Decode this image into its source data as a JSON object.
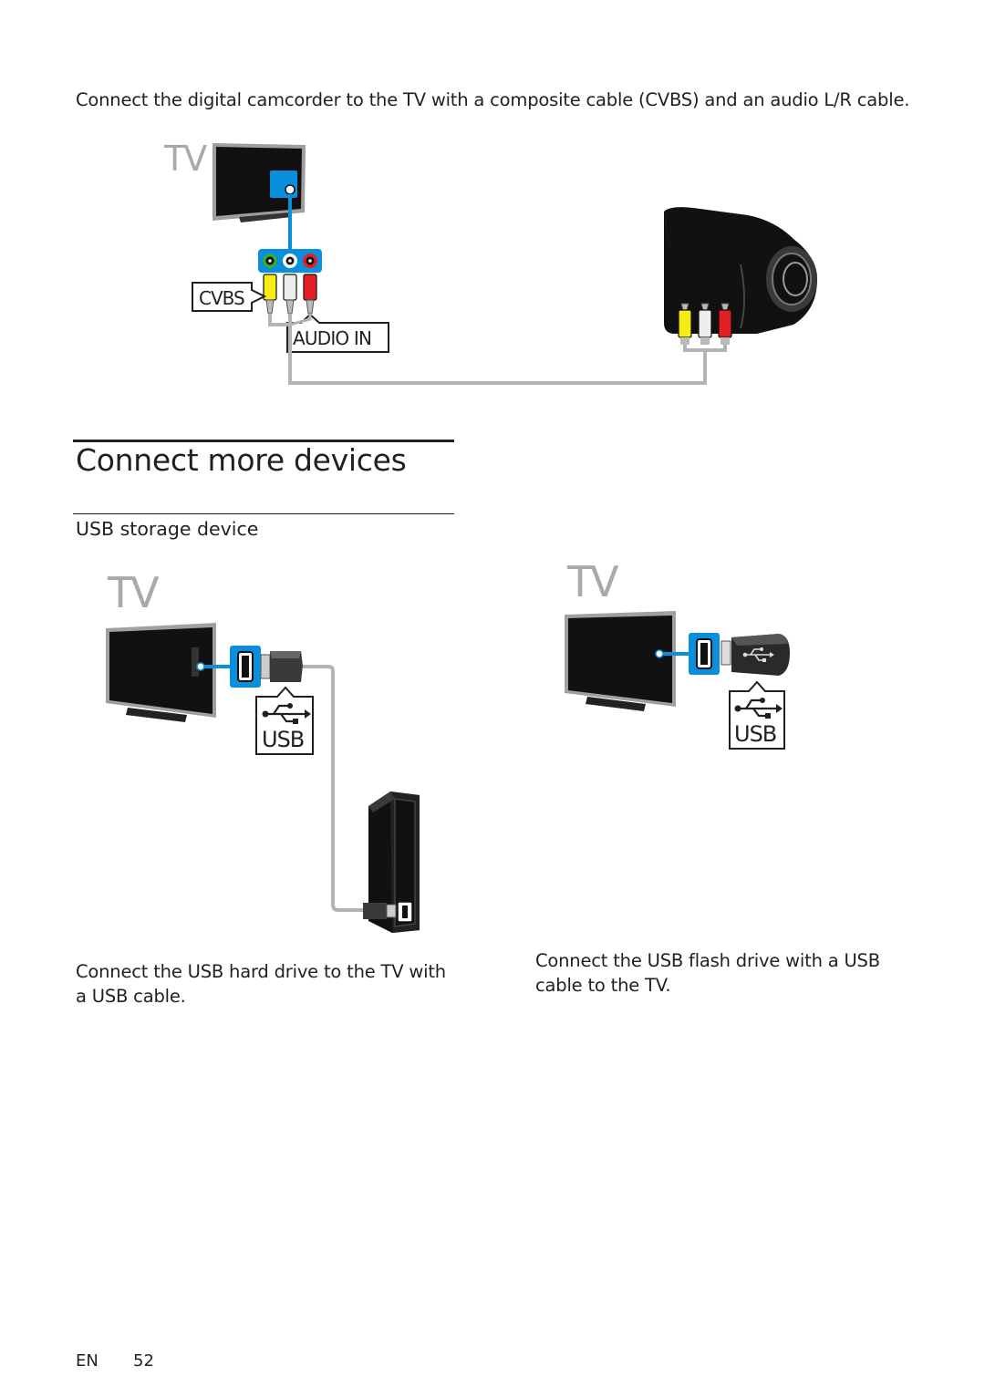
{
  "intro_text": "Connect the digital camcorder to the TV with a composite cable (CVBS) and an audio L/R cable.",
  "figure1": {
    "tv_label": "TV",
    "cvbs_label": "CVBS",
    "audio_in_label": "AUDIO IN"
  },
  "section": {
    "heading": "Connect more devices",
    "subheading": "USB storage device"
  },
  "figure2": {
    "tv_label": "TV",
    "usb_label": "USB",
    "caption": "Connect the USB hard drive to the TV with a USB cable."
  },
  "figure3": {
    "tv_label": "TV",
    "usb_label": "USB",
    "caption": "Connect the USB flash drive with a USB cable to the TV."
  },
  "footer": {
    "lang": "EN",
    "page": "52"
  },
  "colors": {
    "tv_label": "#a7a9ac",
    "port_blue": "#0a8fdc",
    "plug_yellow": "#f7ec13",
    "plug_red": "#e31e24",
    "plug_green": "#38a838",
    "cable_gray": "#b1b3b6"
  }
}
